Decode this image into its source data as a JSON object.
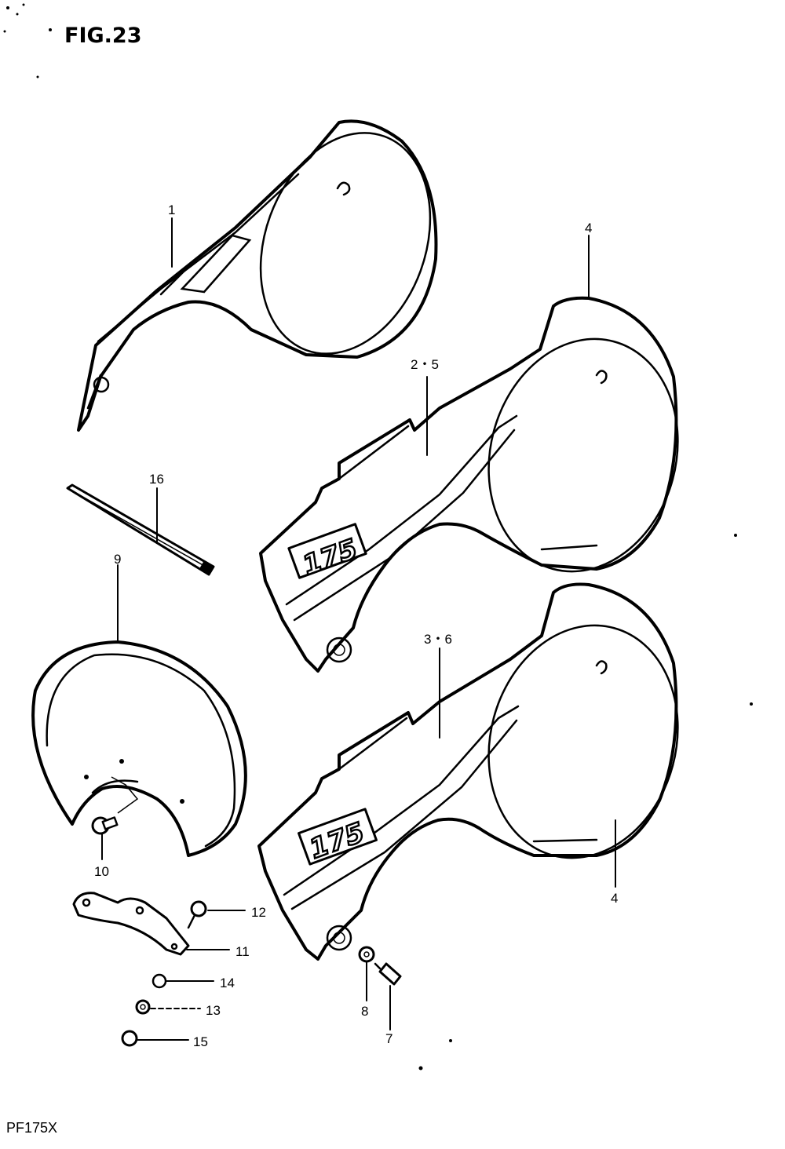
{
  "figure": {
    "title": "FIG.23",
    "model": "PF175X"
  },
  "callouts": {
    "c1": "1",
    "c2_5": "2・5",
    "c3_6": "3・6",
    "c4_top": "4",
    "c4_bottom": "4",
    "c7": "7",
    "c8": "8",
    "c9": "9",
    "c10": "10",
    "c11": "11",
    "c12": "12",
    "c13": "13",
    "c14": "14",
    "c15": "15",
    "c16": "16"
  },
  "emblems": {
    "upper": "175",
    "lower": "175"
  }
}
